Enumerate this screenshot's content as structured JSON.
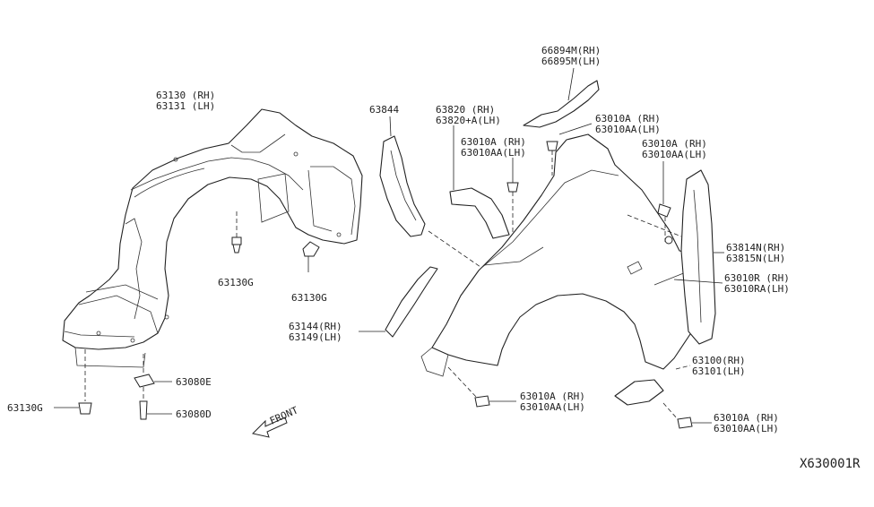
{
  "diagram": {
    "id_label": "X630001R",
    "front_label": "FRONT",
    "labels": {
      "l63130": "63130 (RH)",
      "l63131": "63131 (LH)",
      "l63130G_a": "63130G",
      "l63130G_b": "63130G",
      "l63130G_c": "63130G",
      "l63080E": "63080E",
      "l63080D": "63080D",
      "l63844": "63844",
      "l63820": "63820  (RH)",
      "l63820A": "63820+A(LH)",
      "l63010A_1": "63010A (RH)",
      "l63010AA_1": "63010AA(LH)",
      "l66894M": "66894M(RH)",
      "l66895M": "66895M(LH)",
      "l63010A_2": "63010A (RH)",
      "l63010AA_2": "63010AA(LH)",
      "l63010A_3": "63010A (RH)",
      "l63010AA_3": "63010AA(LH)",
      "l63814N": "63814N(RH)",
      "l63815N": "63815N(LH)",
      "l63010R": "63010R (RH)",
      "l63010RA": "63010RA(LH)",
      "l63144": "63144(RH)",
      "l63149": "63149(LH)",
      "l63100": "63100(RH)",
      "l63101": "63101(LH)",
      "l63010A_4": "63010A (RH)",
      "l63010AA_4": "63010AA(LH)",
      "l63010A_5": "63010A (RH)",
      "l63010AA_5": "63010AA(LH)"
    }
  }
}
